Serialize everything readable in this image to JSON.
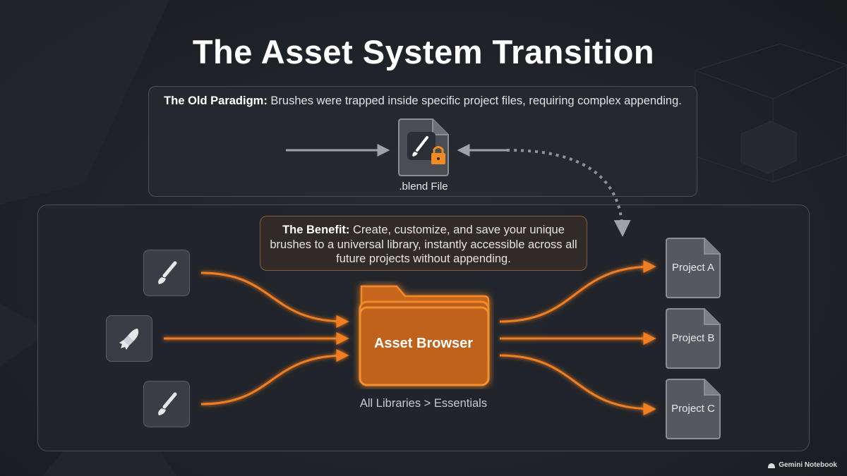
{
  "title": "The Asset System Transition",
  "old_paradigm": {
    "heading": "The Old Paradigm:",
    "text": " Brushes were trapped inside specific project files, requiring complex appending.",
    "file_label": ".blend File",
    "icon": "locked-brush-file-icon"
  },
  "benefit": {
    "heading": "The Benefit:",
    "text": " Create, customize, and save your unique brushes to a universal library, instantly accessible across all future projects without appending."
  },
  "sources": [
    {
      "icon": "paint-brush-icon"
    },
    {
      "icon": "rocket-brush-icon"
    },
    {
      "icon": "paint-brush-icon"
    }
  ],
  "asset_browser": {
    "label": "Asset Browser",
    "path": "All Libraries > Essentials"
  },
  "projects": [
    {
      "label": "Project A"
    },
    {
      "label": "Project B"
    },
    {
      "label": "Project C"
    }
  ],
  "footer": {
    "label": "Gemini Notebook"
  },
  "colors": {
    "accent": "#ef7a22",
    "background": "#1c1f24",
    "panel_border": "#4a4e56",
    "tile": "#3a3d44"
  }
}
